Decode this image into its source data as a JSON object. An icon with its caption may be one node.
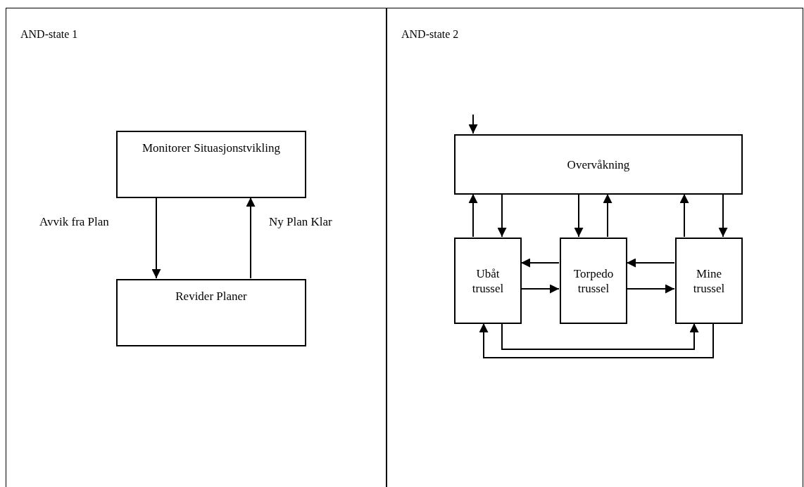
{
  "diagram": {
    "nodes": [
      {
        "text": [
          "AND-state 1"
        ]
      },
      {
        "text": [
          "Monitorer Situasjonstvikling"
        ],
        "in": 0
      },
      {
        "text": [
          "Revider Planer"
        ],
        "in": 0
      },
      {
        "text": [
          "AND-state 2"
        ]
      },
      {
        "text": [
          "Overvåkning"
        ],
        "in": 3
      },
      {
        "text": [
          "Ubåt trussel"
        ],
        "in": 3
      },
      {
        "text": [
          "Torpedo trussel"
        ],
        "in": 3
      },
      {
        "text": [
          "Mine trussel"
        ],
        "in": 3
      }
    ],
    "edges": [
      {
        "from": 1,
        "to": 2,
        "arrow": "to",
        "label": "Avvik fra Plan"
      },
      {
        "from": 2,
        "to": 1,
        "arrow": "to",
        "label": "Ny Plan Klar"
      },
      {
        "from": null,
        "to": 4,
        "arrow": "to"
      },
      {
        "from": 5,
        "to": 4,
        "arrow": "to"
      },
      {
        "from": 4,
        "to": 5,
        "arrow": "to"
      },
      {
        "from": 4,
        "to": 6,
        "arrow": "to"
      },
      {
        "from": 6,
        "to": 4,
        "arrow": "to"
      },
      {
        "from": 7,
        "to": 4,
        "arrow": "to"
      },
      {
        "from": 4,
        "to": 7,
        "arrow": "to"
      },
      {
        "from": 6,
        "to": 5,
        "arrow": "to"
      },
      {
        "from": 5,
        "to": 6,
        "arrow": "to"
      },
      {
        "from": 7,
        "to": 6,
        "arrow": "to"
      },
      {
        "from": 6,
        "to": 7,
        "arrow": "to"
      },
      {
        "from": 5,
        "to": 7,
        "arrow": "to"
      },
      {
        "from": 7,
        "to": 5,
        "arrow": "to"
      }
    ]
  }
}
